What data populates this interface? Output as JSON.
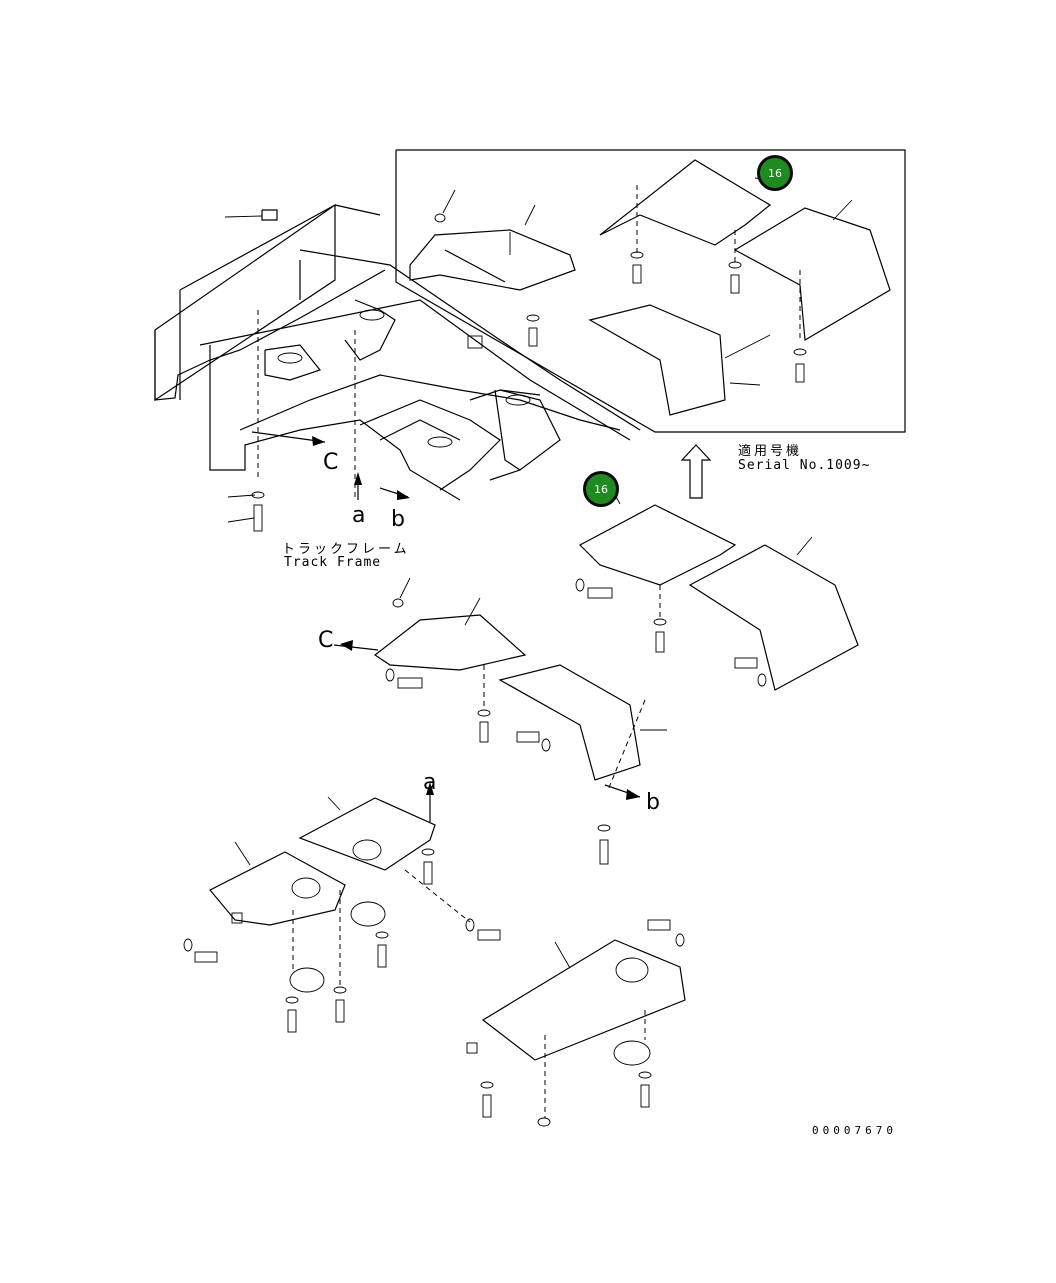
{
  "badges": [
    {
      "text": "16",
      "color": "#1f8a1f"
    },
    {
      "text": "16",
      "color": "#1f8a1f"
    }
  ],
  "applicable": {
    "jp": "適用号機",
    "serial": "Serial No.1009~"
  },
  "track_frame": {
    "jp": "トラックフレーム",
    "en": "Track Frame"
  },
  "reference_labels": {
    "c1": "C",
    "a1": "a",
    "b1": "b",
    "c2": "C",
    "a2": "a",
    "b2": "b"
  },
  "document_number": "00007670"
}
